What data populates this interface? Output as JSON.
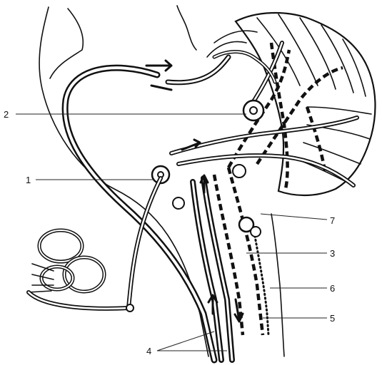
{
  "labels": {
    "l1": "1",
    "l2": "2",
    "l3": "3",
    "l4": "4",
    "l5": "5",
    "l6": "6",
    "l7": "7"
  },
  "colors": {
    "ink": "#111111",
    "paper": "#ffffff"
  }
}
